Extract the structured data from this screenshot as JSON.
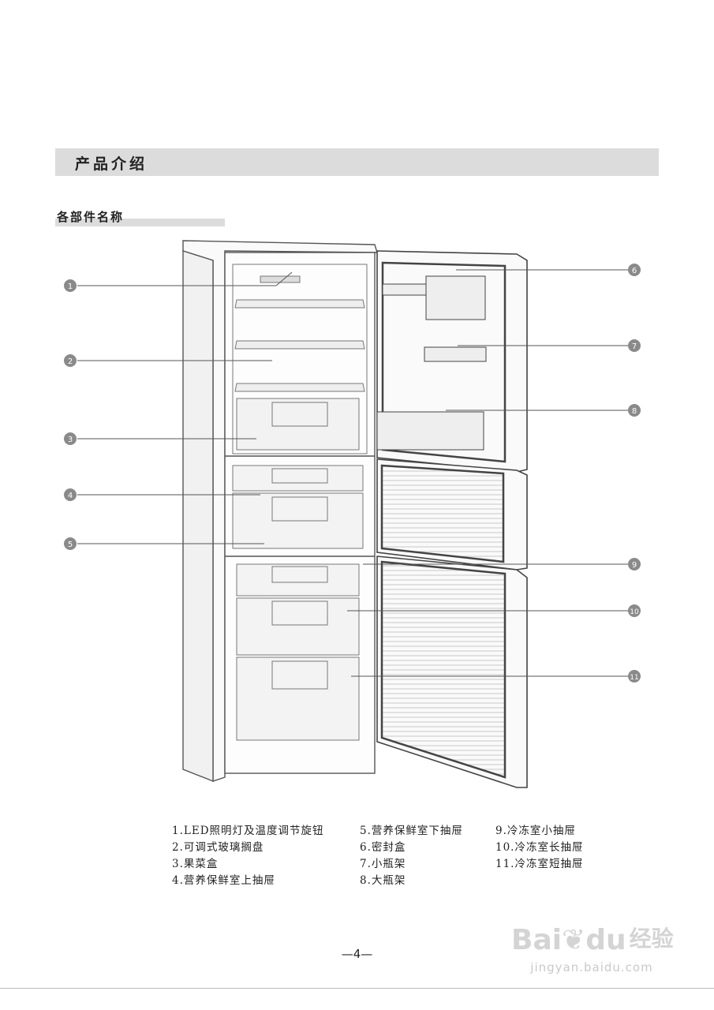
{
  "header": {
    "title": "产品介绍"
  },
  "section": {
    "title": "各部件名称"
  },
  "callouts": [
    "1",
    "2",
    "3",
    "4",
    "5",
    "6",
    "7",
    "8",
    "9",
    "10",
    "11"
  ],
  "legend": {
    "col1": [
      "1.LED照明灯及温度调节旋钮",
      "2.可调式玻璃搁盘",
      "3.果菜盒",
      "4.营养保鲜室上抽屉"
    ],
    "col2": [
      "5.营养保鲜室下抽屉",
      "6.密封盒",
      "7.小瓶架",
      "8.大瓶架"
    ],
    "col3": [
      "9.冷冻室小抽屉",
      "10.冷冻室长抽屉",
      "11.冷冻室短抽屉"
    ]
  },
  "page_number": "—4—",
  "watermark": {
    "brand_a": "Bai",
    "brand_b": "du",
    "brand_c": "经验",
    "url": "jingyan.baidu.com"
  }
}
